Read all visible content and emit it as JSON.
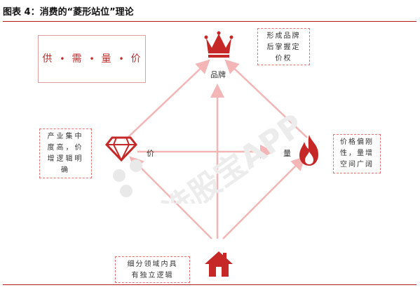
{
  "title": "图表 4：消费的“菱形站位”理论",
  "supply_demand": {
    "items": [
      "供",
      "需",
      "量",
      "价"
    ]
  },
  "nodes": {
    "brand": {
      "label": "品牌",
      "icon": "crown-icon"
    },
    "price": {
      "label": "价",
      "icon": "diamond-icon"
    },
    "volume": {
      "label": "量",
      "icon": "flame-icon"
    },
    "base": {
      "icon": "house-icon"
    }
  },
  "notes": {
    "brand": [
      "形成品牌",
      "后掌握定",
      "价权"
    ],
    "price": [
      "产业集中",
      "度高，价",
      "增逻辑明",
      "确"
    ],
    "volume": [
      "价格偏刚",
      "性，量增",
      "空间广阔"
    ],
    "niche": [
      "细分领域内具",
      "有独立逻辑"
    ]
  },
  "watermark": "选股宝APP",
  "colors": {
    "accent": "#c62828",
    "arrow": "#f3b5b5",
    "watermark": "#eeeeee"
  }
}
